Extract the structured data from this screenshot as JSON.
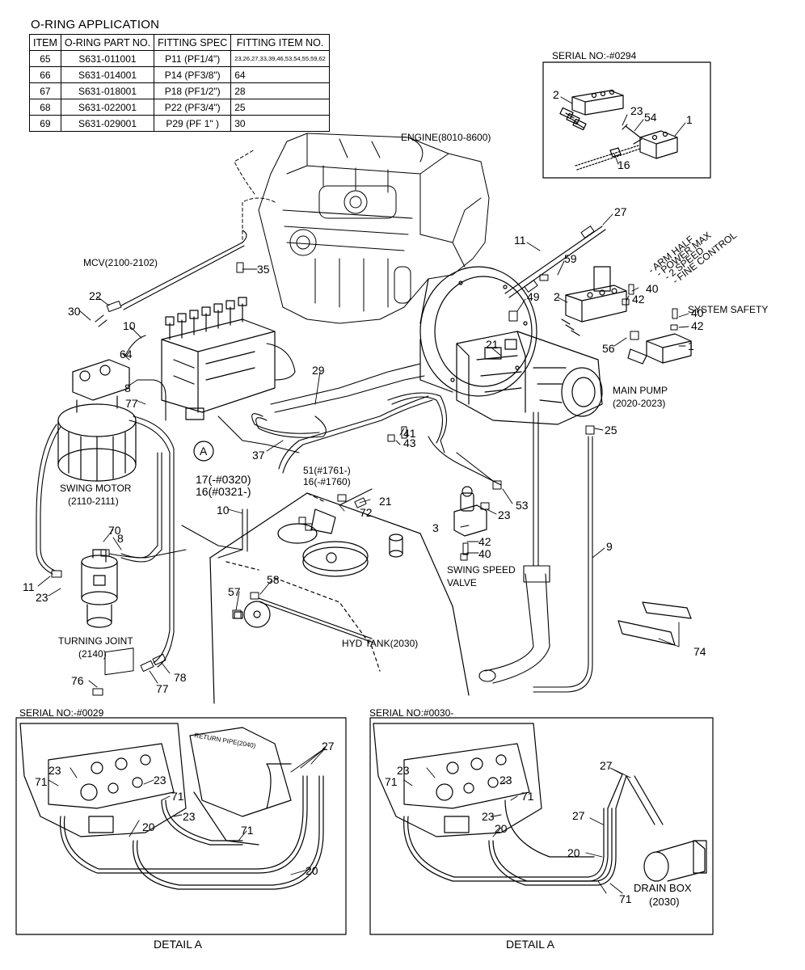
{
  "oring_title": "O-RING APPLICATION",
  "oring_table": {
    "headers": [
      "ITEM",
      "O-RING PART NO.",
      "FITTING SPEC",
      "FITTING ITEM NO."
    ],
    "rows": [
      [
        "65",
        "S631-011001",
        "P11 (PF1/4\")",
        "23,26,27,33,39,46,53,54,55,59,62"
      ],
      [
        "66",
        "S631-014001",
        "P14 (PF3/8\")",
        "64"
      ],
      [
        "67",
        "S631-018001",
        "P18 (PF1/2\")",
        "28"
      ],
      [
        "68",
        "S631-022001",
        "P22 (PF3/4\")",
        "25"
      ],
      [
        "69",
        "S631-029001",
        "P29 (PF  1\" )",
        "30"
      ]
    ]
  },
  "labels": {
    "serial_0294": "SERIAL NO:-#0294",
    "engine": "ENGINE(8010-8600)",
    "mcv": "MCV(2100-2102)",
    "swing_motor": "SWING MOTOR",
    "swing_motor_code": "(2110-2111)",
    "turning_joint": "TURNING JOINT",
    "turning_joint_code": "(2140)",
    "main_pump": "MAIN PUMP",
    "main_pump_code": "(2020-2023)",
    "swing_speed_1": "SWING SPEED",
    "swing_speed_2": "VALVE",
    "hyd_tank": "HYD TANK(2030)",
    "system_safety": "SYSTEM SAFETY",
    "arm_half": "- ARM HALF",
    "power_max": "- POWER MAX",
    "two_speed": "- 2 SPEED",
    "fine_control": "- FINE CONTROL",
    "serial_0029": "SERIAL NO:-#0029",
    "serial_0030": "SERIAL NO:#0030-",
    "return_pipe": "RETURN PIPE(2040)",
    "drain_box_1": "DRAIN BOX",
    "drain_box_2": "(2030)",
    "detail_a_left": "DETAIL A",
    "detail_a_right": "DETAIL A",
    "circle_a": "A",
    "note_17": "17(-#0320)",
    "note_16": "16(#0321-)",
    "note_51": "51(#1761-)",
    "note_16b": "16(-#1760)"
  },
  "callouts": {
    "c1a": "1",
    "c2a": "2",
    "c23a": "23",
    "c54": "54",
    "c16a": "16",
    "c27a": "27",
    "c11a": "11",
    "c59": "59",
    "c40a": "40",
    "c42a": "42",
    "c2b": "2",
    "c40b": "40",
    "c42b": "42",
    "c56": "56",
    "c1b": "1",
    "c35": "35",
    "c22": "22",
    "c30": "30",
    "c10a": "10",
    "c64": "64",
    "c77a": "77",
    "c8a": "8",
    "c49": "49",
    "c21a": "21",
    "c25": "25",
    "c29": "29",
    "c41": "41",
    "c43": "43",
    "c37": "37",
    "c21b": "21",
    "c72": "72",
    "c10b": "10",
    "c53": "53",
    "c23b": "23",
    "c3": "3",
    "c42c": "42",
    "c40c": "40",
    "c9": "9",
    "c70": "70",
    "c8b": "8",
    "c11b": "11",
    "c23c": "23",
    "c58": "58",
    "c57": "57",
    "c74": "74",
    "c76": "76",
    "c77b": "77",
    "c78": "78",
    "d_l_27": "27",
    "d_l_23a": "23",
    "d_l_71a": "71",
    "d_l_23b": "23",
    "d_l_71b": "71",
    "d_l_23c": "23",
    "d_l_20a": "20",
    "d_l_71c": "71",
    "d_l_20b": "20",
    "d_r_27a": "27",
    "d_r_23a": "23",
    "d_r_71a": "71",
    "d_r_23b": "23",
    "d_r_71b": "71",
    "d_r_23c": "23",
    "d_r_20a": "20",
    "d_r_27b": "27",
    "d_r_20b": "20",
    "d_r_71c": "71"
  }
}
